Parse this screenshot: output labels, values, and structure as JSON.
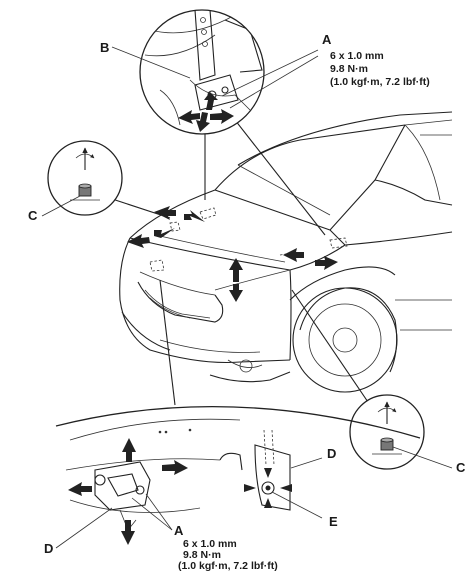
{
  "callouts": {
    "a_top": "A",
    "b": "B",
    "c_left": "C",
    "c_right": "C",
    "d_right": "D",
    "d_left": "D",
    "e": "E",
    "a_bottom": "A"
  },
  "spec_top": {
    "size": "6 x 1.0 mm",
    "torque": "9.8 N·m",
    "alt": "(1.0 kgf·m, 7.2 lbf·ft)"
  },
  "spec_bottom": {
    "size": "6 x 1.0 mm",
    "torque": "9.8 N·m",
    "alt": "(1.0 kgf·m, 7.2 lbf·ft)"
  },
  "icons": [
    "adjust-arrow-icon",
    "rotate-arrow-icon",
    "bolt-icon"
  ]
}
